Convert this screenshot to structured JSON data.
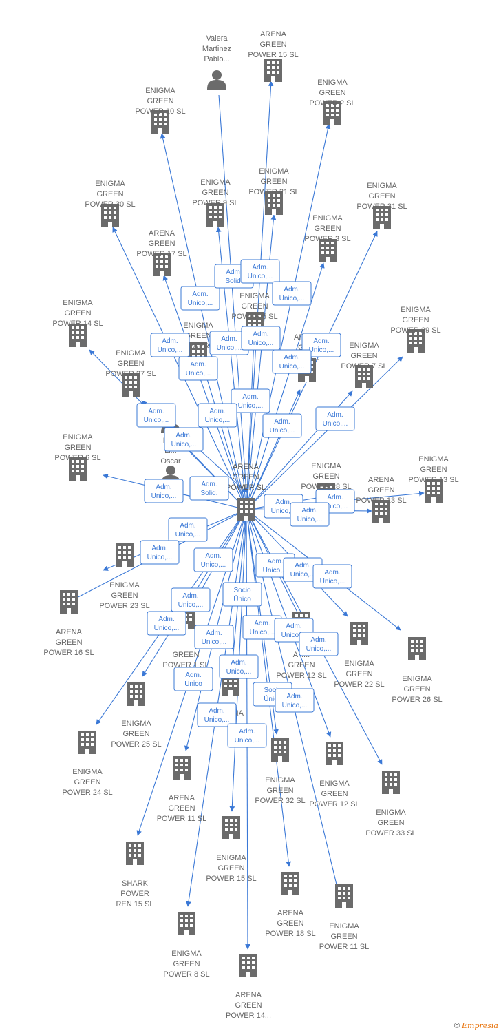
{
  "center": {
    "id": "c",
    "lines": [
      "ARENA",
      "GREEN",
      "POWER  SL"
    ]
  },
  "nodes": [
    {
      "id": "valera",
      "lines": [
        "Valera",
        "Martinez",
        "Pablo..."
      ],
      "icon": "person-icon"
    },
    {
      "id": "ag15",
      "lines": [
        "ARENA",
        "GREEN",
        "POWER 15  SL"
      ],
      "icon": "building-icon"
    },
    {
      "id": "eg2",
      "lines": [
        "ENIGMA",
        "GREEN",
        "POWER 2  SL"
      ],
      "icon": "building-icon"
    },
    {
      "id": "eg10",
      "lines": [
        "ENIGMA",
        "GREEN",
        "POWER 10  SL"
      ],
      "icon": "building-icon"
    },
    {
      "id": "eg30",
      "lines": [
        "ENIGMA",
        "GREEN",
        "POWER 30  SL"
      ],
      "icon": "building-icon"
    },
    {
      "id": "eg9",
      "lines": [
        "ENIGMA",
        "GREEN",
        "POWER 9  SL"
      ],
      "icon": "building-icon"
    },
    {
      "id": "eg21",
      "lines": [
        "ENIGMA",
        "GREEN",
        "POWER 21  SL"
      ],
      "icon": "building-icon"
    },
    {
      "id": "eg31",
      "lines": [
        "ENIGMA",
        "GREEN",
        "POWER 31  SL"
      ],
      "icon": "building-icon"
    },
    {
      "id": "ag17",
      "lines": [
        "ARENA",
        "GREEN",
        "POWER 17  SL"
      ],
      "icon": "building-icon"
    },
    {
      "id": "eg3",
      "lines": [
        "ENIGMA",
        "GREEN",
        "POWER 3  SL"
      ],
      "icon": "building-icon"
    },
    {
      "id": "eg5",
      "lines": [
        "ENIGMA",
        "GREEN",
        "POWER 5  SL"
      ],
      "icon": "building-icon"
    },
    {
      "id": "eg14",
      "lines": [
        "ENIGMA",
        "GREEN",
        "POWER 14  SL"
      ],
      "icon": "building-icon"
    },
    {
      "id": "eg4",
      "lines": [
        "ENIGMA",
        "GREEN",
        "POWER 4"
      ],
      "icon": "building-icon"
    },
    {
      "id": "agred",
      "lines": [
        "ARENA",
        "GR...",
        "POW..."
      ],
      "icon": "building-icon",
      "highlight": true
    },
    {
      "id": "eg29",
      "lines": [
        "ENIGMA",
        "GREEN",
        "POWER 29  SL"
      ],
      "icon": "building-icon"
    },
    {
      "id": "eg7",
      "lines": [
        "ENIGMA",
        "GREEN",
        "POWER 7  SL"
      ],
      "icon": "building-icon"
    },
    {
      "id": "eg27",
      "lines": [
        "ENIGMA",
        "GREEN",
        "POWER 27  SL"
      ],
      "icon": "building-icon"
    },
    {
      "id": "eg6",
      "lines": [
        "ENIGMA",
        "GREEN",
        "POWER 6  SL"
      ],
      "icon": "building-icon"
    },
    {
      "id": "pers2",
      "lines": [
        "Pe...",
        "Li...",
        "Oscar"
      ],
      "icon": "person-icon"
    },
    {
      "id": "pers3",
      "lines": [],
      "icon": "person-icon"
    },
    {
      "id": "eg28",
      "lines": [
        "ENIGMA",
        "GREEN",
        "POWER 28  SL"
      ],
      "icon": "building-icon"
    },
    {
      "id": "eg13",
      "lines": [
        "ENIGMA",
        "GREEN",
        "POWER 13  SL"
      ],
      "icon": "building-icon"
    },
    {
      "id": "ag13",
      "lines": [
        "ARENA",
        "GREEN",
        "POWER 13  SL"
      ],
      "icon": "building-icon"
    },
    {
      "id": "eg23",
      "lines": [
        "ENIGMA",
        "GREEN",
        "POWER 23  SL"
      ],
      "icon": "building-icon"
    },
    {
      "id": "ag16",
      "lines": [
        "ARENA",
        "GREEN",
        "POWER 16  SL"
      ],
      "icon": "building-icon"
    },
    {
      "id": "eg1",
      "lines": [
        "GREEN",
        "POWER 1  SL"
      ],
      "icon": "building-icon"
    },
    {
      "id": "ag12",
      "lines": [
        "AR...",
        "GREEN",
        "POWER 12  SL"
      ],
      "icon": "building-icon"
    },
    {
      "id": "eg22",
      "lines": [
        "ENIGMA",
        "GREEN",
        "POWER 22  SL"
      ],
      "icon": "building-icon"
    },
    {
      "id": "eg26",
      "lines": [
        "ENIGMA",
        "GREEN",
        "POWER 26  SL"
      ],
      "icon": "building-icon"
    },
    {
      "id": "eg25",
      "lines": [
        "ENIGMA",
        "GREEN",
        "POWER 25  SL"
      ],
      "icon": "building-icon"
    },
    {
      "id": "agmid",
      "lines": [
        "ARENA"
      ],
      "icon": "building-icon"
    },
    {
      "id": "eg24",
      "lines": [
        "ENIGMA",
        "GREEN",
        "POWER 24  SL"
      ],
      "icon": "building-icon"
    },
    {
      "id": "ag11",
      "lines": [
        "ARENA",
        "GREEN",
        "POWER 11  SL"
      ],
      "icon": "building-icon"
    },
    {
      "id": "eg32",
      "lines": [
        "ENIGMA",
        "GREEN",
        "POWER 32  SL"
      ],
      "icon": "building-icon"
    },
    {
      "id": "eg12",
      "lines": [
        "ENIGMA",
        "GREEN",
        "POWER 12  SL"
      ],
      "icon": "building-icon"
    },
    {
      "id": "eg33",
      "lines": [
        "ENIGMA",
        "GREEN",
        "POWER 33  SL"
      ],
      "icon": "building-icon"
    },
    {
      "id": "eg15",
      "lines": [
        "ENIGMA",
        "GREEN",
        "POWER 15  SL"
      ],
      "icon": "building-icon"
    },
    {
      "id": "shark",
      "lines": [
        "SHARK",
        "POWER",
        "REN 15  SL"
      ],
      "icon": "building-icon"
    },
    {
      "id": "ag18",
      "lines": [
        "ARENA",
        "GREEN",
        "POWER 18  SL"
      ],
      "icon": "building-icon"
    },
    {
      "id": "eg11",
      "lines": [
        "ENIGMA",
        "GREEN",
        "POWER 11  SL"
      ],
      "icon": "building-icon"
    },
    {
      "id": "eg8",
      "lines": [
        "ENIGMA",
        "GREEN",
        "POWER 8  SL"
      ],
      "icon": "building-icon"
    },
    {
      "id": "ag14",
      "lines": [
        "ARENA",
        "GREEN",
        "POWER 14..."
      ],
      "icon": "building-icon"
    }
  ],
  "badges": [
    {
      "lines": [
        "Adm.",
        "Unico,..."
      ]
    },
    {
      "lines": [
        "Adm.",
        "Solid."
      ]
    },
    {
      "lines": [
        "Adm.",
        "Unico,..."
      ]
    },
    {
      "lines": [
        "Adm.",
        "Unico,..."
      ]
    },
    {
      "lines": [
        "Adm.",
        "Unico,..."
      ]
    },
    {
      "lines": [
        "Adm.",
        "Unico,..."
      ]
    },
    {
      "lines": [
        "Adm.",
        "Unico,..."
      ]
    },
    {
      "lines": [
        "Adm.",
        "Unico,..."
      ]
    },
    {
      "lines": [
        "Adm.",
        "Unico,..."
      ]
    },
    {
      "lines": [
        "Adm.",
        "Unico,..."
      ]
    },
    {
      "lines": [
        "Adm.",
        "Unico,..."
      ]
    },
    {
      "lines": [
        "Adm.",
        "Unico,..."
      ]
    },
    {
      "lines": [
        "Adm.",
        "Unico,..."
      ]
    },
    {
      "lines": [
        "Adm.",
        "Unico,..."
      ]
    },
    {
      "lines": [
        "Adm.",
        "Unico,..."
      ]
    },
    {
      "lines": [
        "Adm.",
        "Unico,..."
      ]
    },
    {
      "lines": [
        "Adm.",
        "Unico,..."
      ]
    },
    {
      "lines": [
        "Adm.",
        "Unico,..."
      ]
    },
    {
      "lines": [
        "Adm.",
        "Solid."
      ]
    },
    {
      "lines": [
        "Adm.",
        "Unico,..."
      ]
    },
    {
      "lines": [
        "Adm.",
        "Unico,..."
      ]
    },
    {
      "lines": [
        "Adm.",
        "Unico,..."
      ]
    },
    {
      "lines": [
        "Adm.",
        "Unico,..."
      ]
    },
    {
      "lines": [
        "Adm.",
        "Unico,..."
      ]
    },
    {
      "lines": [
        "Adm.",
        "Unico,..."
      ]
    },
    {
      "lines": [
        "Adm.",
        "Unico,..."
      ]
    },
    {
      "lines": [
        "Adm.",
        "Unico,..."
      ]
    },
    {
      "lines": [
        "Adm.",
        "Unico,..."
      ]
    },
    {
      "lines": [
        "Adm.",
        "Unico,..."
      ]
    },
    {
      "lines": [
        "Socio",
        "Único"
      ]
    },
    {
      "lines": [
        "Adm.",
        "Unico,..."
      ]
    },
    {
      "lines": [
        "Adm.",
        "Unico,..."
      ]
    },
    {
      "lines": [
        "Adm.",
        "Unico,..."
      ]
    },
    {
      "lines": [
        "Adm.",
        "Unico,..."
      ]
    },
    {
      "lines": [
        "Adm.",
        "Unico,..."
      ]
    },
    {
      "lines": [
        "Adm.",
        "Unico"
      ]
    },
    {
      "lines": [
        "Adm.",
        "Unico,..."
      ]
    },
    {
      "lines": [
        "Socio",
        "Único"
      ]
    },
    {
      "lines": [
        "Adm.",
        "Unico,..."
      ]
    },
    {
      "lines": [
        "Adm.",
        "Unico,..."
      ]
    },
    {
      "lines": [
        "Adm.",
        "Unico,..."
      ]
    }
  ],
  "footer": {
    "copyright": "©",
    "brand": "Empresia"
  },
  "colors": {
    "edge": "#3a78d6",
    "icon": "#6b6b6b",
    "highlight": "#e8562a",
    "badge_border": "#3a78d6"
  }
}
